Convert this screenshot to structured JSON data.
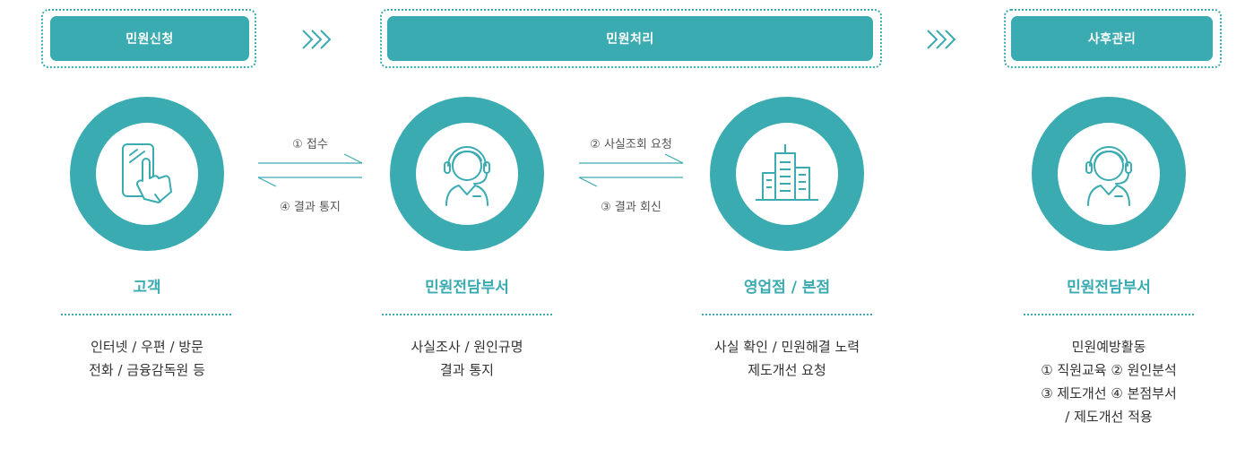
{
  "colors": {
    "accent": "#3aabb1",
    "text": "#333333",
    "arrow": "#3aabb1"
  },
  "stages": [
    {
      "label": "민원신청"
    },
    {
      "label": "민원처리"
    },
    {
      "label": "사후관리"
    }
  ],
  "nodes": [
    {
      "title": "고객",
      "icon": "smartphone-hand-icon",
      "desc": [
        "인터넷 / 우편 / 방문",
        "전화 / 금융감독원 등"
      ]
    },
    {
      "title": "민원전담부서",
      "icon": "headset-agent-icon",
      "desc": [
        "사실조사 / 원인규명",
        "결과 통지"
      ]
    },
    {
      "title": "영업점 / 본점",
      "icon": "office-building-icon",
      "desc": [
        "사실 확인 / 민원해결 노력",
        "제도개선 요청"
      ]
    },
    {
      "title": "민원전담부서",
      "icon": "headset-agent-icon",
      "desc": [
        "민원예방활동",
        "① 직원교육  ② 원인분석",
        "③ 제도개선 ④ 본점부서",
        "/ 제도개선 적용"
      ]
    }
  ],
  "flows": [
    {
      "top": "① 접수",
      "bottom": "④ 결과 통지"
    },
    {
      "top": "② 사실조회 요청",
      "bottom": "③ 결과 회신"
    }
  ]
}
